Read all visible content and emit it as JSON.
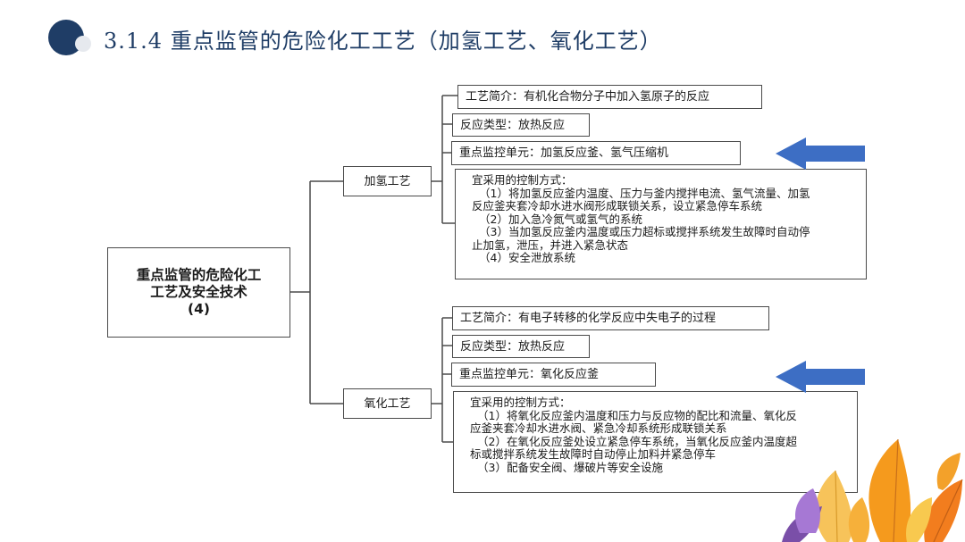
{
  "title": "3.1.4 重点监管的危险化工工艺（加氢工艺、氧化工艺）",
  "root": {
    "line1": "重点监管的危险化工",
    "line2": "工艺及安全技术",
    "line3": "(4)"
  },
  "hydrogenation": {
    "label": "加氢工艺",
    "intro": "工艺简介：有机化合物分子中加入氢原子的反应",
    "type": "反应类型：放热反应",
    "unit": "重点监控单元：加氢反应釜、氢气压缩机",
    "control": {
      "heading": "宜采用的控制方式：",
      "item1_a": "（1）将加氢反应釜内温度、压力与釜内搅拌电流、氢气流量、加氢",
      "item1_b": "反应釜夹套冷却水进水阀形成联锁关系，设立紧急停车系统",
      "item2": "（2）加入急冷氮气或氢气的系统",
      "item3_a": "（3）当加氢反应釜内温度或压力超标或搅拌系统发生故障时自动停",
      "item3_b": "止加氢，泄压，并进入紧急状态",
      "item4": "（4）安全泄放系统"
    }
  },
  "oxidation": {
    "label": "氧化工艺",
    "intro": "工艺简介：有电子转移的化学反应中失电子的过程",
    "type": "反应类型：放热反应",
    "unit": "重点监控单元：氧化反应釜",
    "control": {
      "heading": "宜采用的控制方式：",
      "item1_a": "（1）将氧化反应釜内温度和压力与反应物的配比和流量、氧化反",
      "item1_b": "应釜夹套冷却水进水阀、紧急冷却系统形成联锁关系",
      "item2_a": "（2）在氧化反应釜处设立紧急停车系统，当氧化反应釜内温度超",
      "item2_b": "标或搅拌系统发生故障时自动停止加料并紧急停车",
      "item3": "（3）配备安全阀、爆破片等安全设施"
    }
  },
  "colors": {
    "title": "#1f3d66",
    "arrow": "#3d6ec4",
    "line": "#4a4a4a"
  },
  "icons": [
    "title-bullet-icon",
    "arrow-left-icon",
    "autumn-leaves-icon"
  ]
}
